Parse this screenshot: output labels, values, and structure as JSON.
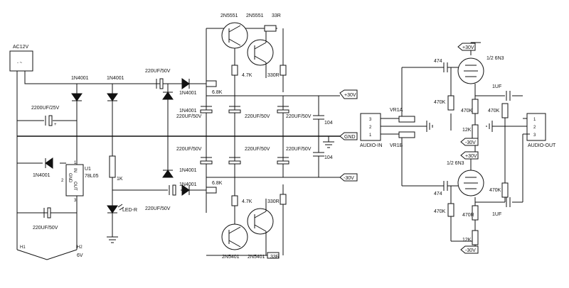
{
  "power_input": {
    "label": "AC12V",
    "connector_mark": "- ~"
  },
  "rectifier_diode_1": "1N4001",
  "rectifier_diode_2": "1N4001",
  "filter_cap_main": "2200UF/25V",
  "regulator": {
    "ref": "U1",
    "part": "78L05",
    "pin_in": "IN",
    "pin_gnd": "GND",
    "pin_out": "OUT",
    "pin1": "1",
    "pin2": "2",
    "pin3": "3"
  },
  "regulator_diode": "1N4001",
  "regulator_cap": "220UF/50V",
  "header_h1": "H1",
  "header_h2": "H2",
  "output_6v": "6V",
  "led_resistor": "1K",
  "led_label": "LED-R",
  "upper_supply": {
    "coupling_cap": "220UF/50V",
    "diode_a": "1N4001",
    "diode_b": "1N4001",
    "cap_a": "220UF/50V",
    "cap_b": "220UF/50V",
    "cap_c": "220UF/50V",
    "resistor_68k": "6.8K",
    "transistor_a": "2N5551",
    "transistor_b": "2N5551",
    "resistor_33r": "33R",
    "resistor_47k": "4.7K",
    "resistor_330r": "330R",
    "rail_label": "+30V"
  },
  "lower_supply": {
    "coupling_cap": "220UF/50V",
    "diode_a": "1N4001",
    "diode_b": "1N4001",
    "cap_a": "220UF/50V",
    "cap_b": "220UF/50V",
    "cap_c": "220UF/50V",
    "resistor_68k": "6.8K",
    "transistor_a": "2N5401",
    "transistor_b": "2N5401",
    "resistor_33r": "33R",
    "resistor_47k": "4.7K",
    "resistor_330r": "330R",
    "rail_label": "-30V"
  },
  "bypass_cap_upper": "104",
  "bypass_cap_lower": "104",
  "ground_label": "GND",
  "audio_in": {
    "label": "AUDIO-IN",
    "pins": [
      "3",
      "2",
      "1"
    ]
  },
  "volume_pot_a": "VR1A",
  "volume_pot_b": "VR1B",
  "tube_top": {
    "label": "1/2 6N3",
    "coupling_cap": "474",
    "grid_resistor": "470K",
    "plate_resistor": "470K",
    "cathode_resistor": "12K",
    "output_cap": "1UF",
    "bleed_resistor": "470K",
    "rail_plus": "+30V",
    "rail_minus": "-30V"
  },
  "tube_bottom": {
    "label": "1/2 6N3",
    "coupling_cap": "474",
    "grid_resistor": "470K",
    "plate_resistor": "470R",
    "cathode_resistor": "12K",
    "output_cap": "1UF",
    "bleed_resistor": "470K",
    "rail_plus": "+30V",
    "rail_minus": "-30V"
  },
  "audio_out": {
    "label": "AUDIO-OUT",
    "pins": [
      "1",
      "2",
      "3"
    ]
  }
}
